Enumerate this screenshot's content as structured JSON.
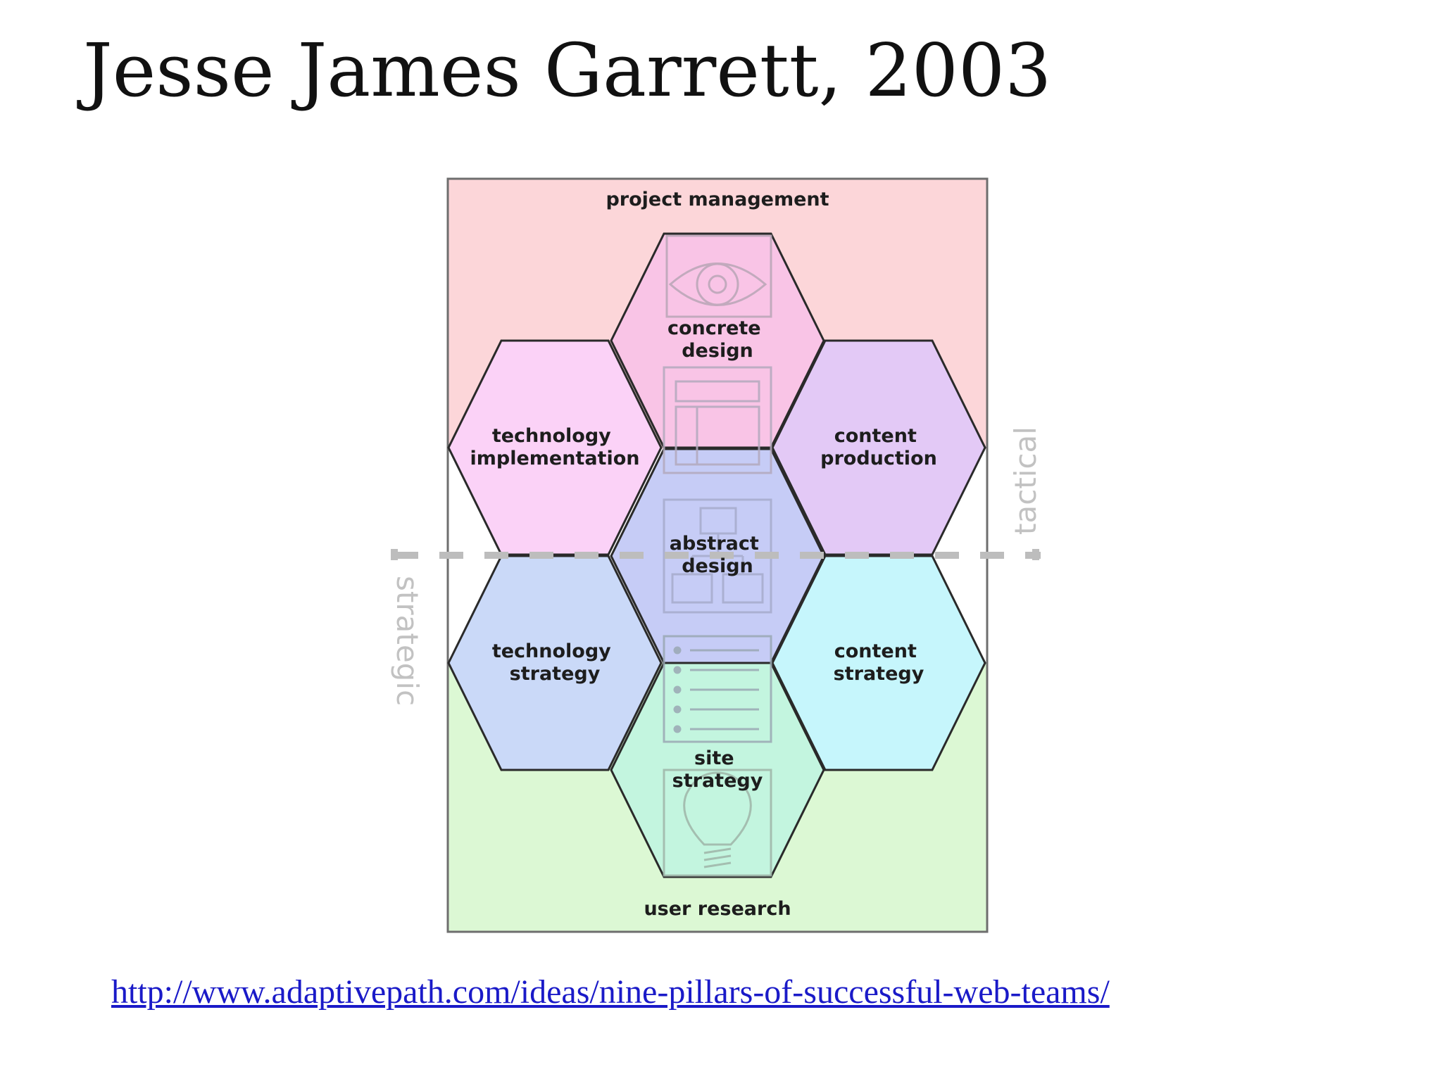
{
  "slide": {
    "title": "Jesse James Garrett, 2003",
    "link": "http://www.adaptivepath.com/ideas/nine-pillars-of-successful-web-teams/"
  },
  "diagram": {
    "top_band": "project management",
    "bottom_band": "user research",
    "axis_top": "tactical",
    "axis_bottom": "strategic",
    "hexagons": {
      "concrete_design": [
        "concrete",
        "design"
      ],
      "technology_implementation": [
        "technology",
        "implementation"
      ],
      "content_production": [
        "content",
        "production"
      ],
      "abstract_design": [
        "abstract",
        "design"
      ],
      "technology_strategy": [
        "technology",
        "strategy"
      ],
      "content_strategy": [
        "content",
        "strategy"
      ],
      "site_strategy": [
        "site",
        "strategy"
      ]
    },
    "colors": {
      "top_band": "#fcd6d9",
      "bottom_band": "#dcf8d4",
      "concrete_design": "#f9c4e6",
      "technology_implementation": "#fbd2f7",
      "content_production": "#e3c9f6",
      "abstract_design": "#c6ccf6",
      "technology_strategy": "#cad9f8",
      "content_strategy": "#c6f6fc",
      "site_strategy": "#c3f5df",
      "outline": "#2a2a2a",
      "axis": "#bdbdbd"
    }
  }
}
